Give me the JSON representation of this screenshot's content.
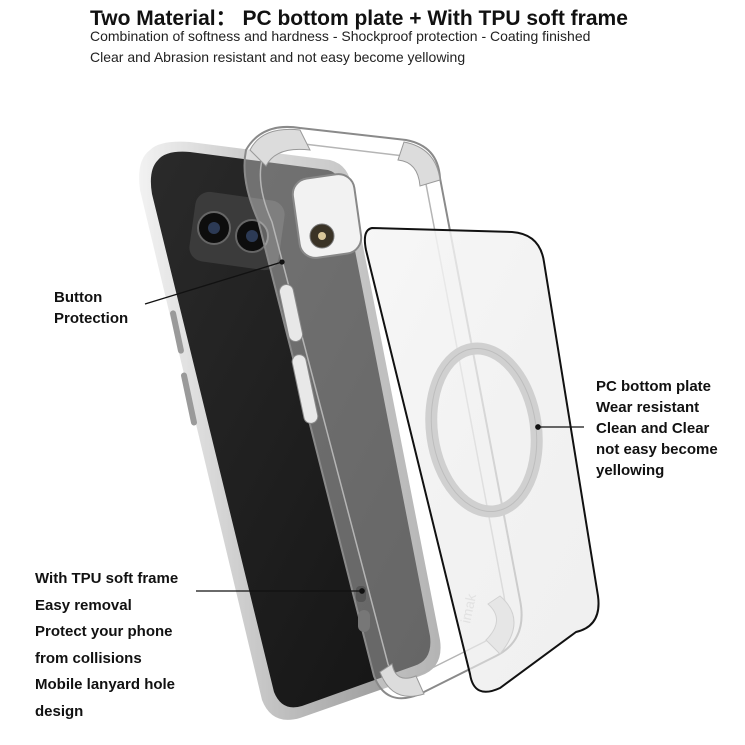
{
  "header": {
    "title": "Two Material： PC bottom plate + With TPU soft frame",
    "line1": "Combination of softness and hardness - Shockproof protection - Coating finished",
    "line2": "Clear and Abrasion resistant and not easy become yellowing"
  },
  "callouts": {
    "button_protection": [
      "Button",
      "Protection"
    ],
    "pc_plate": [
      "PC bottom plate",
      "Wear resistant",
      "Clean and Clear",
      "not easy become",
      "yellowing"
    ],
    "tpu_frame": [
      "With TPU soft frame",
      "Easy removal",
      "Protect your phone",
      "from collisions",
      "Mobile lanyard hole",
      "design"
    ]
  },
  "case_brand_text": "imak",
  "colors": {
    "phone_body": "#1e1e1e",
    "phone_frame": "#c9c9c9",
    "case_edge": "#8a8a8a",
    "text": "#111111"
  }
}
